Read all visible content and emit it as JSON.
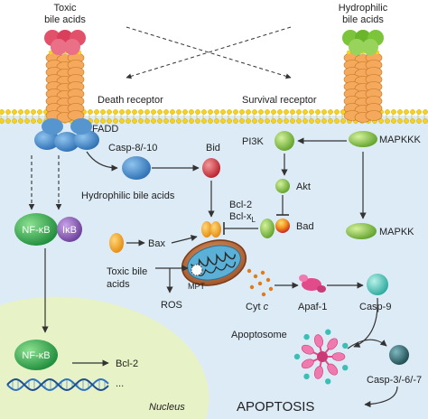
{
  "labels": {
    "toxic_bile_acids_top_line1": "Toxic",
    "toxic_bile_acids_top_line2": "bile acids",
    "hydrophilic_bile_acids_top_line1": "Hydrophilic",
    "hydrophilic_bile_acids_top_line2": "bile acids",
    "death_receptor": "Death receptor",
    "survival_receptor": "Survival receptor",
    "fadd": "FADD",
    "casp8_10": "Casp-8/-10",
    "bid": "Bid",
    "pi3k": "PI3K",
    "mapkkk": "MAPKKK",
    "akt": "Akt",
    "bad": "Bad",
    "mapkk": "MAPKK",
    "nfkb": "NF-κB",
    "ikb": "IκB",
    "hydrophilic_bile_acids_mid": "Hydrophilic bile acids",
    "bcl2": "Bcl-2",
    "bclxl_main": "Bcl-x",
    "bclxl_sub": "L",
    "bax": "Bax",
    "toxic_bile_acids_mid_line1": "Toxic bile",
    "toxic_bile_acids_mid_line2": "acids",
    "mpt": "MPT",
    "ros": "ROS",
    "cyt_c_main": "Cyt ",
    "cyt_c_italic": "c",
    "apaf1": "Apaf-1",
    "casp9": "Casp-9",
    "nfkb_nucleus": "NF-κB",
    "bcl2_nucleus": "Bcl-2",
    "ellipsis": "...",
    "nucleus": "Nucleus",
    "apoptosome": "Apoptosome",
    "casp3_6_7": "Casp-3/-6/-7",
    "apoptosis": "APOPTOSIS"
  },
  "colors": {
    "cytoplasm": "#dcebf6",
    "membrane_head": "#f4d21e",
    "nucleus": "#e7f2c6",
    "toxic_acid": "#e2506a",
    "hydrophilic_acid": "#7cc43a",
    "receptor_body": "#f4a95c",
    "fadd": "#3d86c6",
    "casp8": "#3d86c6",
    "bid": "#d8333f",
    "pi3k": "#8cc63e",
    "akt": "#8cc63e",
    "bad": "#f28c1a",
    "mapkkk": "#6aaf2f",
    "mapkk": "#8cc63e",
    "nfkb": "#2aa84a",
    "ikb": "#7b4fa7",
    "bax": "#f0a21a",
    "bcl_xl": "#7cc43a",
    "apaf1": "#e24b8a",
    "casp9": "#3bbfb5",
    "casp3": "#2f6e76",
    "apoptosome": "#e24b8a",
    "dna_strand": "#2e72c0"
  }
}
